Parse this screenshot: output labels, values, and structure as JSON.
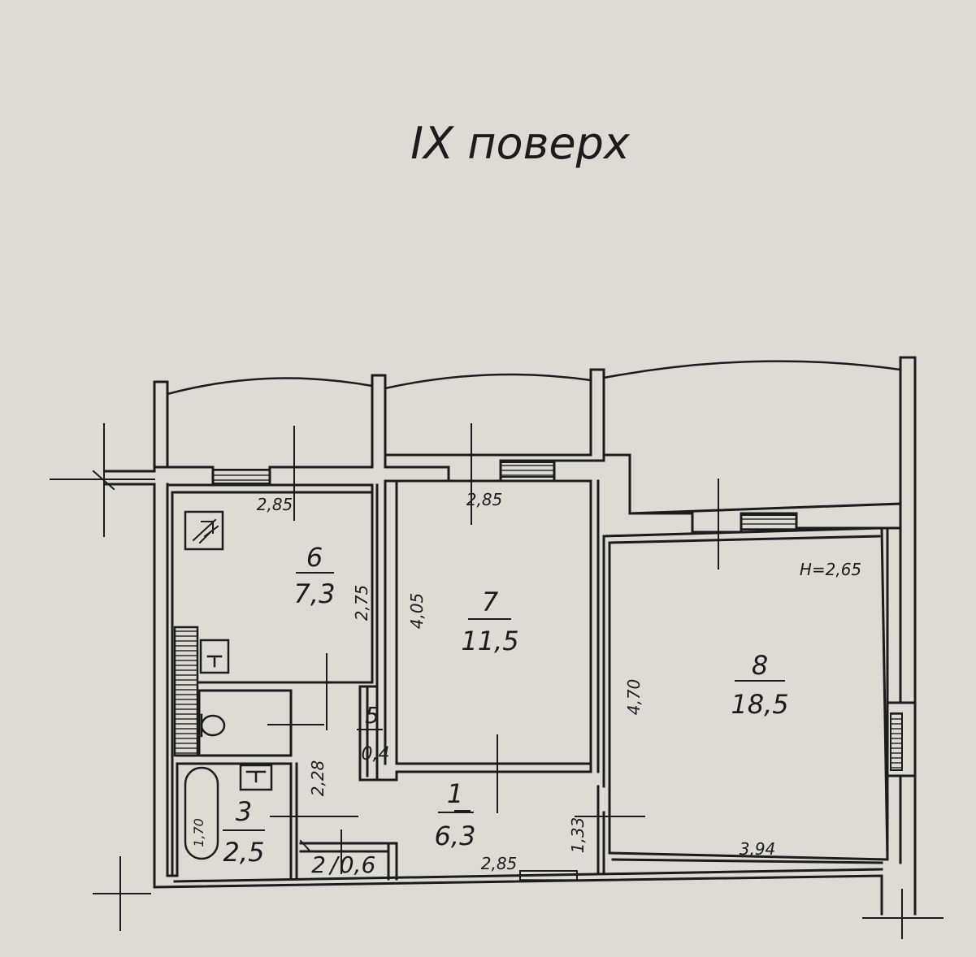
{
  "title": "IX поверх",
  "ceiling_height": "H=2,65",
  "colors": {
    "paper": "#dcdcd5",
    "ink": "#1c1c1c"
  },
  "rooms": [
    {
      "id": "room-1",
      "number": "1",
      "area": "6,3"
    },
    {
      "id": "room-2",
      "number": "2",
      "area": "0,6"
    },
    {
      "id": "room-3",
      "number": "3",
      "area": "2,5"
    },
    {
      "id": "room-5",
      "number": "5",
      "area": "0,4"
    },
    {
      "id": "room-6",
      "number": "6",
      "area": "7,3"
    },
    {
      "id": "room-7",
      "number": "7",
      "area": "11,5"
    },
    {
      "id": "room-8",
      "number": "8",
      "area": "18,5"
    }
  ],
  "dimensions": {
    "room6_width": "2,85",
    "room7_width": "2,85",
    "room6_depth": "2,75",
    "room7_depth": "4,05",
    "room8_depth": "4,70",
    "room8_width": "3,94",
    "hall_width": "2,85",
    "hall_depth": "1,33",
    "bath_depth": "2,28",
    "tub_length": "1,70"
  }
}
